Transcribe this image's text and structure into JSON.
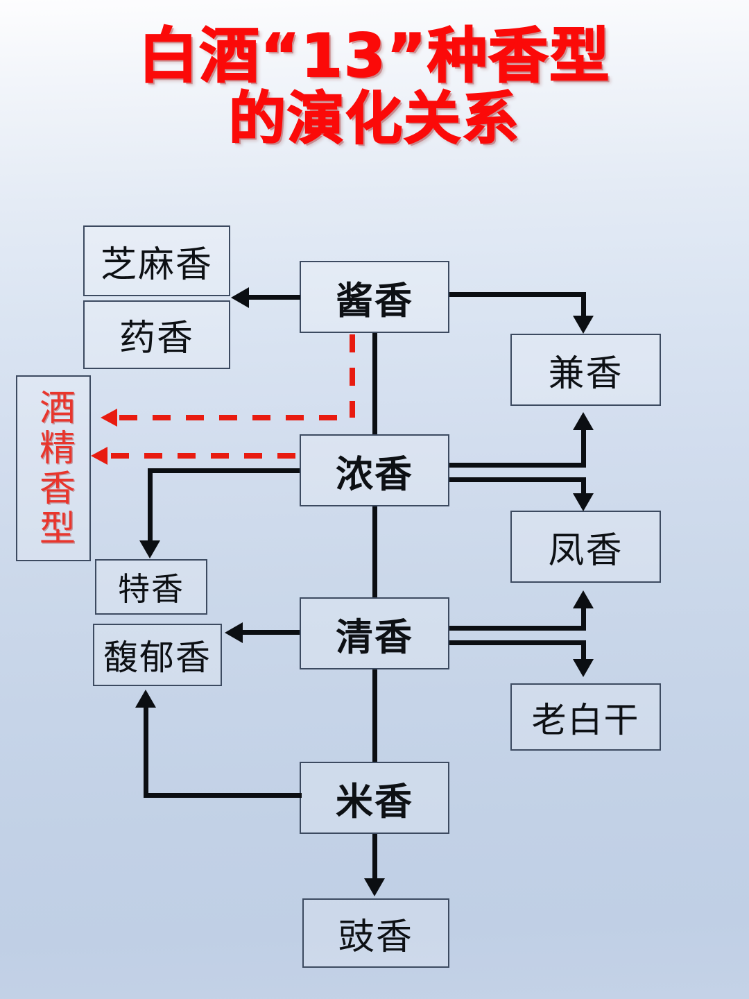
{
  "title": {
    "line1": "白酒“13”种香型",
    "line2": "的演化关系",
    "color": "#fb0a09"
  },
  "diagram": {
    "type": "flowchart",
    "nodes": [
      {
        "id": "zhima",
        "label": "芝麻香",
        "emphasis": "normal",
        "orientation": "horizontal"
      },
      {
        "id": "yao",
        "label": "药香",
        "emphasis": "normal",
        "orientation": "horizontal"
      },
      {
        "id": "jiujing",
        "label": "酒精香型",
        "emphasis": "red",
        "orientation": "vertical"
      },
      {
        "id": "jiang",
        "label": "酱香",
        "emphasis": "bold",
        "orientation": "horizontal"
      },
      {
        "id": "jian",
        "label": "兼香",
        "emphasis": "normal",
        "orientation": "horizontal"
      },
      {
        "id": "nong",
        "label": "浓香",
        "emphasis": "bold",
        "orientation": "horizontal"
      },
      {
        "id": "feng",
        "label": "凤香",
        "emphasis": "normal",
        "orientation": "horizontal"
      },
      {
        "id": "te",
        "label": "特香",
        "emphasis": "normal",
        "orientation": "horizontal"
      },
      {
        "id": "fuyu",
        "label": "馥郁香",
        "emphasis": "normal",
        "orientation": "horizontal"
      },
      {
        "id": "qing",
        "label": "清香",
        "emphasis": "bold",
        "orientation": "horizontal"
      },
      {
        "id": "laobai",
        "label": "老白干",
        "emphasis": "normal",
        "orientation": "horizontal"
      },
      {
        "id": "mi",
        "label": "米香",
        "emphasis": "bold",
        "orientation": "horizontal"
      },
      {
        "id": "chi",
        "label": "豉香",
        "emphasis": "normal",
        "orientation": "horizontal"
      }
    ],
    "edges": [
      {
        "from": "jiang",
        "to": "zhima",
        "style": "solid",
        "color": "#0b0e12"
      },
      {
        "from": "jiang",
        "to": "jian",
        "style": "solid",
        "color": "#0b0e12"
      },
      {
        "from": "jiang",
        "to": "nong",
        "style": "solid",
        "color": "#0b0e12"
      },
      {
        "from": "jiang",
        "to": "jiujing",
        "style": "dashed",
        "color": "#e81b10"
      },
      {
        "from": "nong",
        "to": "jiujing",
        "style": "dashed",
        "color": "#e81b10"
      },
      {
        "from": "nong",
        "to": "jian",
        "style": "solid",
        "color": "#0b0e12"
      },
      {
        "from": "nong",
        "to": "feng",
        "style": "solid",
        "color": "#0b0e12"
      },
      {
        "from": "nong",
        "to": "te",
        "style": "solid",
        "color": "#0b0e12"
      },
      {
        "from": "nong",
        "to": "qing",
        "style": "solid",
        "color": "#0b0e12"
      },
      {
        "from": "qing",
        "to": "fuyu",
        "style": "solid",
        "color": "#0b0e12"
      },
      {
        "from": "qing",
        "to": "feng",
        "style": "solid",
        "color": "#0b0e12"
      },
      {
        "from": "qing",
        "to": "laobai",
        "style": "solid",
        "color": "#0b0e12"
      },
      {
        "from": "qing",
        "to": "mi",
        "style": "solid",
        "color": "#0b0e12"
      },
      {
        "from": "mi",
        "to": "fuyu",
        "style": "solid",
        "color": "#0b0e12"
      },
      {
        "from": "mi",
        "to": "chi",
        "style": "solid",
        "color": "#0b0e12"
      }
    ]
  }
}
